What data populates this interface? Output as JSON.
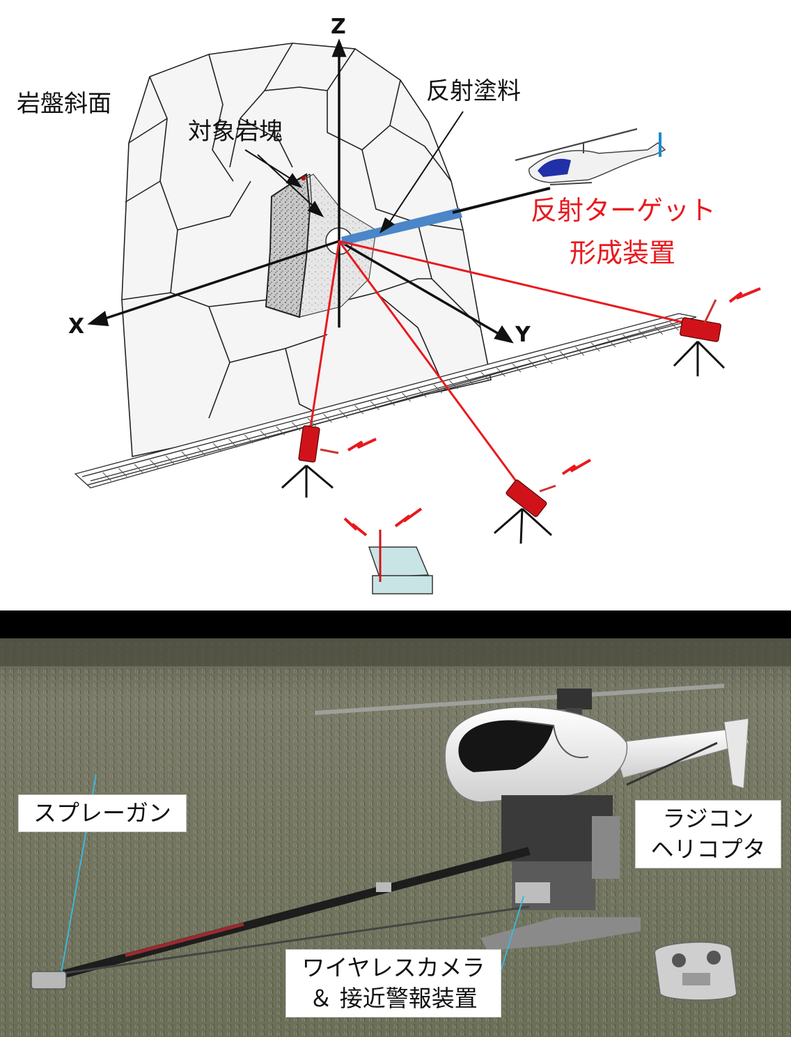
{
  "diagram": {
    "labels": {
      "rock_slope": "岩盤斜面",
      "target_block": "対象岩塊",
      "reflective_paint": "反射塗料",
      "reflective_target_device_line1": "反射ターゲット",
      "reflective_target_device_line2": "形成装置"
    },
    "axes": {
      "x": "X",
      "y": "Y",
      "z": "Z"
    },
    "colors": {
      "laser": "#e8191e",
      "device_label": "#e8191e",
      "paint_beam": "#4a86c8",
      "instrument": "#d0131a",
      "monitor": "#c9e4e4"
    }
  },
  "photo": {
    "callouts": {
      "spray_gun": "スプレーガン",
      "rc_helicopter_line1": "ラジコン",
      "rc_helicopter_line2": "ヘリコプタ",
      "camera_line1": "ワイヤレスカメラ",
      "camera_line2": "＆ 接近警報装置"
    },
    "colors": {
      "grass": "#6f7360",
      "callout_line": "#3fb6d8"
    }
  }
}
